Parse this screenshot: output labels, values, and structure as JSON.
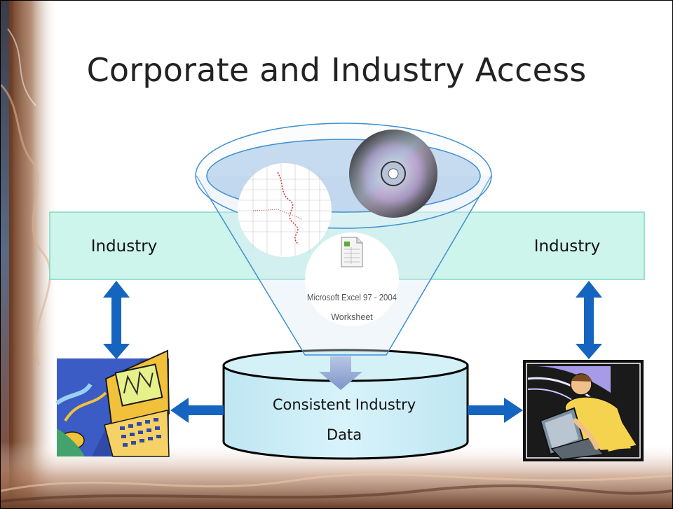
{
  "slide": {
    "title": "Corporate and Industry Access"
  },
  "diagram": {
    "industry_left": "Industry",
    "industry_right": "Industry",
    "database_line1": "Consistent Industry",
    "database_line2": "Data",
    "excel_line1": "Microsoft Excel 97 - 2004",
    "excel_line2": "Worksheet",
    "colors": {
      "band": "#cdf5ec",
      "band_border": "#7fd8c4",
      "arrow": "#1565c0",
      "database_fill": "#c7ecf6",
      "funnel_stroke": "#3f8fd0",
      "funnel_arrow": "#9ab0d8"
    },
    "icons": [
      "cd-disc-icon",
      "chart-map-icon",
      "excel-file-icon",
      "computer-clipart-icon",
      "worker-at-computer-clipart-icon"
    ]
  }
}
